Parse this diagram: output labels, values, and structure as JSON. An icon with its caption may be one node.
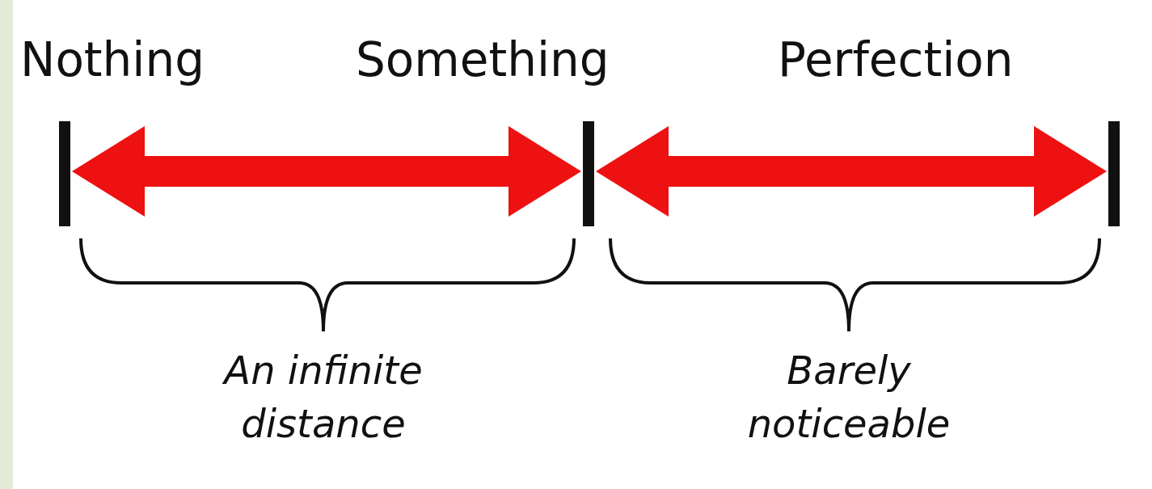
{
  "diagram": {
    "nodes": [
      {
        "text": [
          "Nothing"
        ]
      },
      {
        "text": [
          "Something"
        ]
      },
      {
        "text": [
          "Perfection"
        ]
      }
    ],
    "edges": [
      {
        "from": 0,
        "to": 1,
        "arrow": "both"
      },
      {
        "from": 1,
        "to": 2,
        "arrow": "both"
      }
    ],
    "labels": [
      "An infinite distance",
      "Barely noticeable"
    ]
  }
}
